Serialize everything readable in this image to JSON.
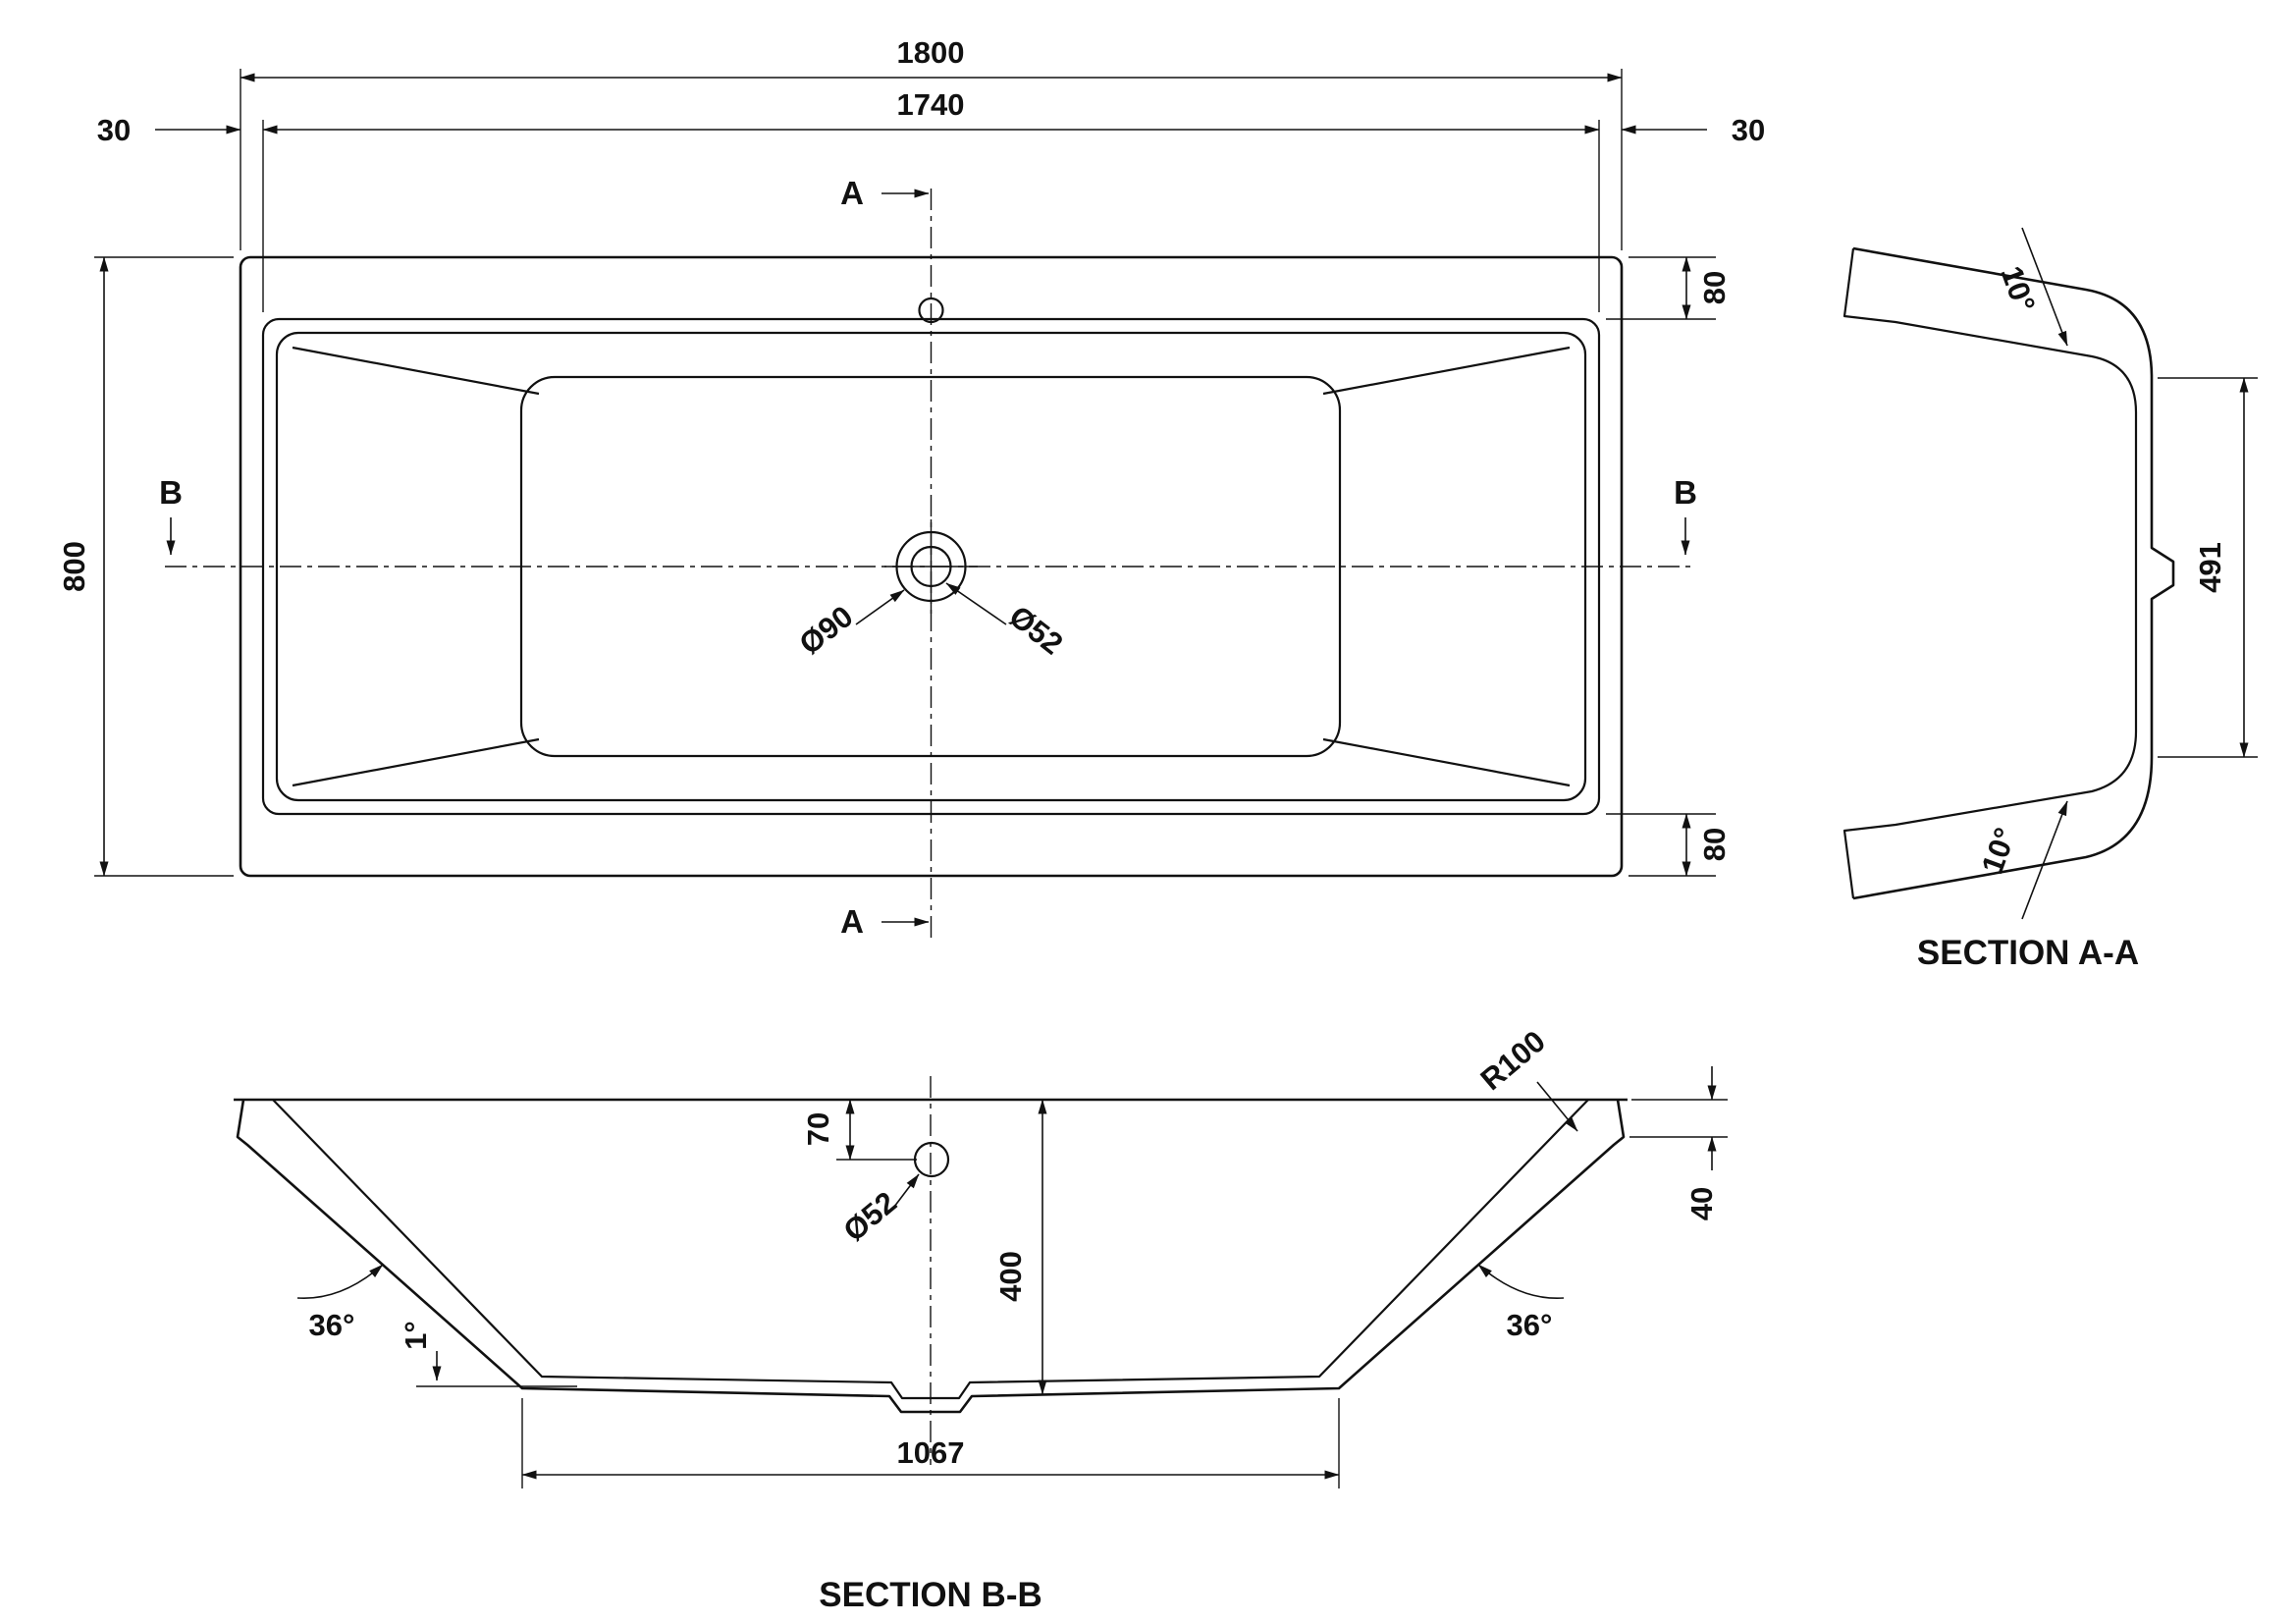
{
  "colors": {
    "line": "#111111",
    "background": "#ffffff"
  },
  "plan": {
    "dims": {
      "overall_length": "1800",
      "inner_length": "1740",
      "edge_left": "30",
      "edge_right": "30",
      "overall_width": "800",
      "rim_top": "80",
      "rim_bottom": "80",
      "drain_outer_dia": "Ø90",
      "drain_inner_dia": "Ø52"
    },
    "section_markers": {
      "a_top": "A",
      "a_bottom": "A",
      "b_left": "B",
      "b_right": "B"
    }
  },
  "section_aa": {
    "title": "SECTION A-A",
    "dims": {
      "wall_angle_top": "10°",
      "wall_angle_bottom": "10°",
      "base_width": "491"
    }
  },
  "section_bb": {
    "title": "SECTION B-B",
    "dims": {
      "overflow_offset": "70",
      "overflow_dia": "Ø52",
      "depth": "400",
      "rim_drop": "40",
      "corner_radius": "R100",
      "wall_angle_left": "36°",
      "wall_angle_right": "36°",
      "floor_slope": "1°",
      "base_length": "1067"
    }
  }
}
